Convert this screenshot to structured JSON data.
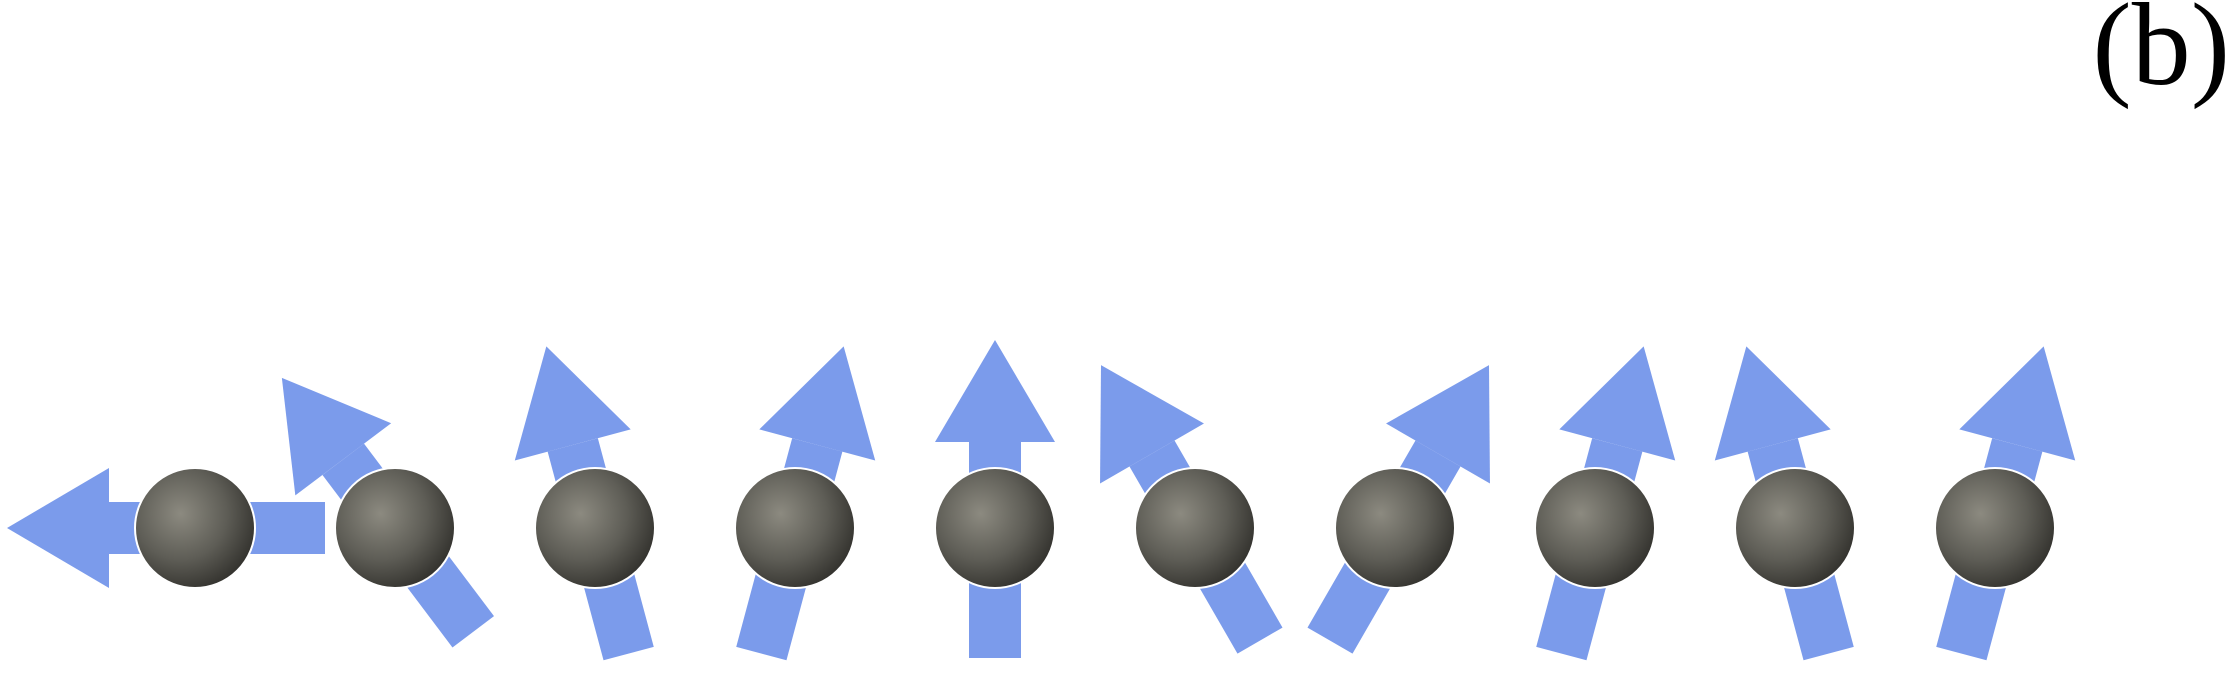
{
  "panel_label": "(b)",
  "colors": {
    "arrow": "#7B9BEB",
    "sphere_light": "#8C8A80",
    "sphere_mid": "#5E5D56",
    "sphere_dark": "#2E2D29",
    "sphere_outline": "#FFFFFF",
    "background": "#FFFFFF"
  },
  "spin_chain": {
    "count": 10,
    "spins": [
      {
        "index": 1,
        "angle_deg": -90
      },
      {
        "index": 2,
        "angle_deg": -37
      },
      {
        "index": 3,
        "angle_deg": -15
      },
      {
        "index": 4,
        "angle_deg": 15
      },
      {
        "index": 5,
        "angle_deg": 0
      },
      {
        "index": 6,
        "angle_deg": -30
      },
      {
        "index": 7,
        "angle_deg": 30
      },
      {
        "index": 8,
        "angle_deg": 15
      },
      {
        "index": 9,
        "angle_deg": -15
      },
      {
        "index": 10,
        "angle_deg": 15
      }
    ]
  }
}
